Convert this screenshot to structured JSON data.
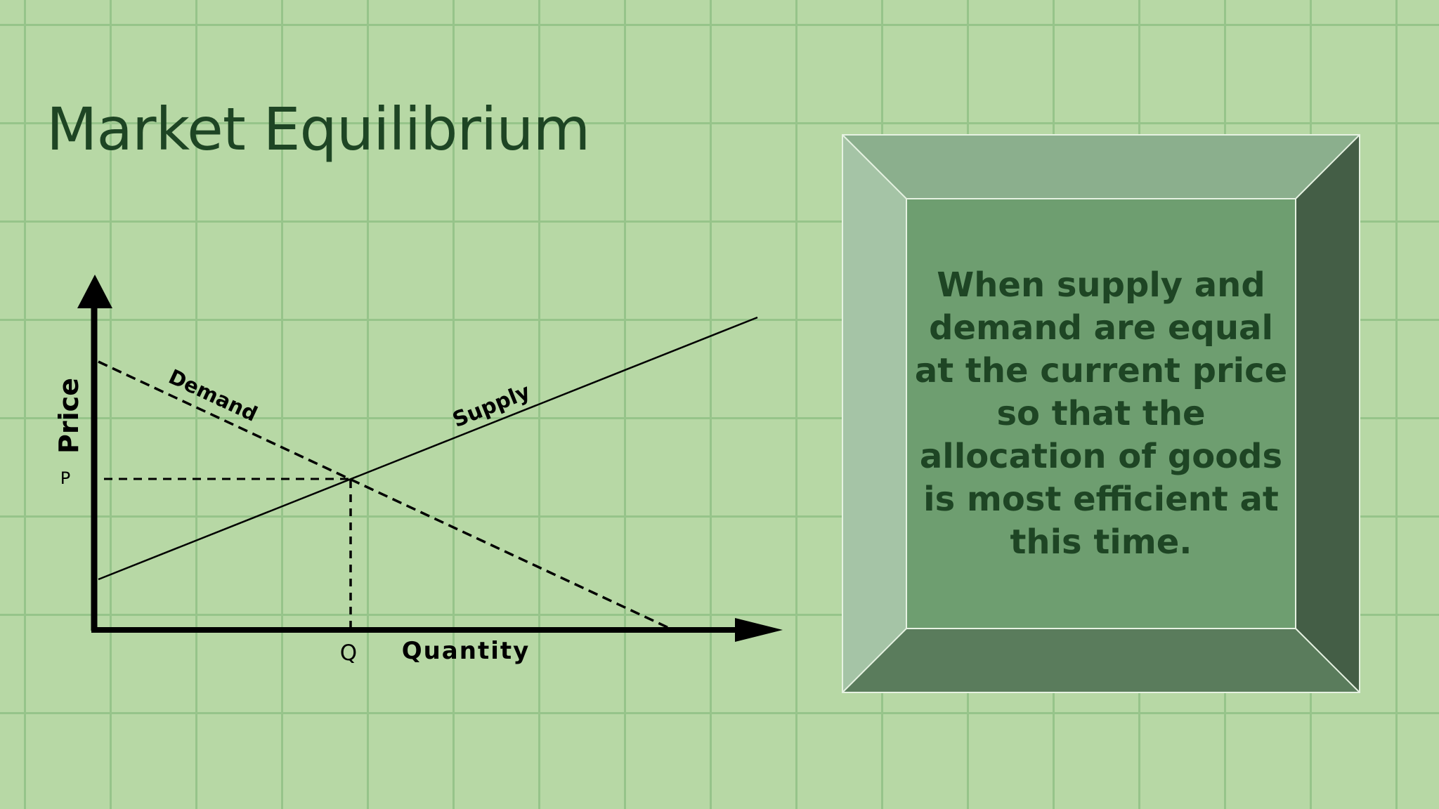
{
  "slide": {
    "title": "Market Equilibrium",
    "description": "When supply and demand are equal at the current price so that the allocation of goods is most efficient at this time."
  },
  "diagram": {
    "y_axis_label": "Price",
    "x_axis_label": "Quantity",
    "price_marker": "P",
    "quantity_marker": "Q",
    "demand_label": "Demand",
    "supply_label": "Supply"
  },
  "colors": {
    "background": "#b7d8a5",
    "grid": "#96c48a",
    "title_text": "#1e4524",
    "box_face": "#6e9e70"
  }
}
